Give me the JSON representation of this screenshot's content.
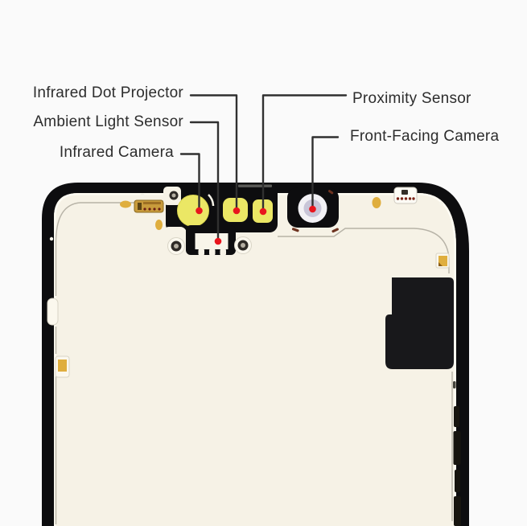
{
  "figure": {
    "type": "annotated-product-photo",
    "subject": "Smartphone display assembly — front sensor components"
  },
  "callouts": {
    "infrared_dot_projector": {
      "label": "Infrared Dot Projector",
      "side": "left"
    },
    "ambient_light_sensor": {
      "label": "Ambient Light Sensor",
      "side": "left"
    },
    "infrared_camera": {
      "label": "Infrared Camera",
      "side": "left"
    },
    "proximity_sensor": {
      "label": "Proximity Sensor",
      "side": "right"
    },
    "front_facing_camera": {
      "label": "Front-Facing Camera",
      "side": "right"
    }
  },
  "colors": {
    "background": "#fafafa",
    "frame_black": "#0d0d0f",
    "panel_cream": "#f6f2e6",
    "sensor_yellow": "#ebe765",
    "camera_lens": "#c8c5d8",
    "gold_contact": "#dfae3e",
    "sticker_black": "#18181b",
    "marker_red": "#e8151d",
    "callout_line": "#303030",
    "label_text": "#2d2d2d"
  }
}
